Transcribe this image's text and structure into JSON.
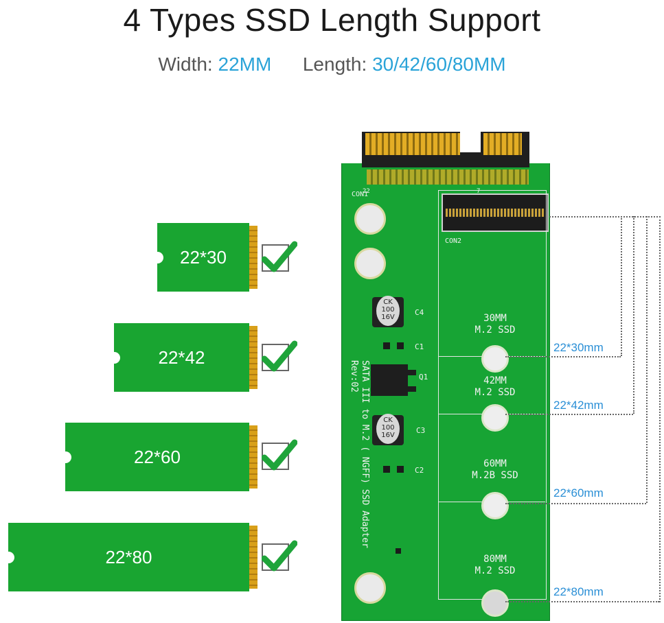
{
  "title": "4 Types SSD Length Support",
  "subtitle": {
    "width_label": "Width:",
    "width_value": "22MM",
    "length_label": "Length:",
    "length_value": "30/42/60/80MM"
  },
  "ssd_cards": [
    {
      "label": "22*30"
    },
    {
      "label": "22*42"
    },
    {
      "label": "22*60"
    },
    {
      "label": "22*80"
    }
  ],
  "board": {
    "con1": "CON1",
    "con2": "CON2",
    "pin22": "22",
    "pin7": "7",
    "c4": "C4",
    "c1": "C1",
    "q1": "Q1",
    "c3": "C3",
    "c2": "C2",
    "cap_text": "CK\n100\n16V",
    "mount_labels": [
      "30MM\nM.2 SSD",
      "42MM\nM.2 SSD",
      "60MM\nM.2B SSD",
      "80MM\nM.2 SSD"
    ],
    "side_line1": "SATA III to M.2 ( NGFF) SSD Adapter",
    "side_line2": "Rev:02"
  },
  "length_labels": [
    "22*30mm",
    "22*42mm",
    "22*60mm",
    "22*80mm"
  ],
  "colors": {
    "accent": "#2aa3d8",
    "board": "#17a434",
    "ssd": "#19a531",
    "check": "#1fa43a"
  }
}
